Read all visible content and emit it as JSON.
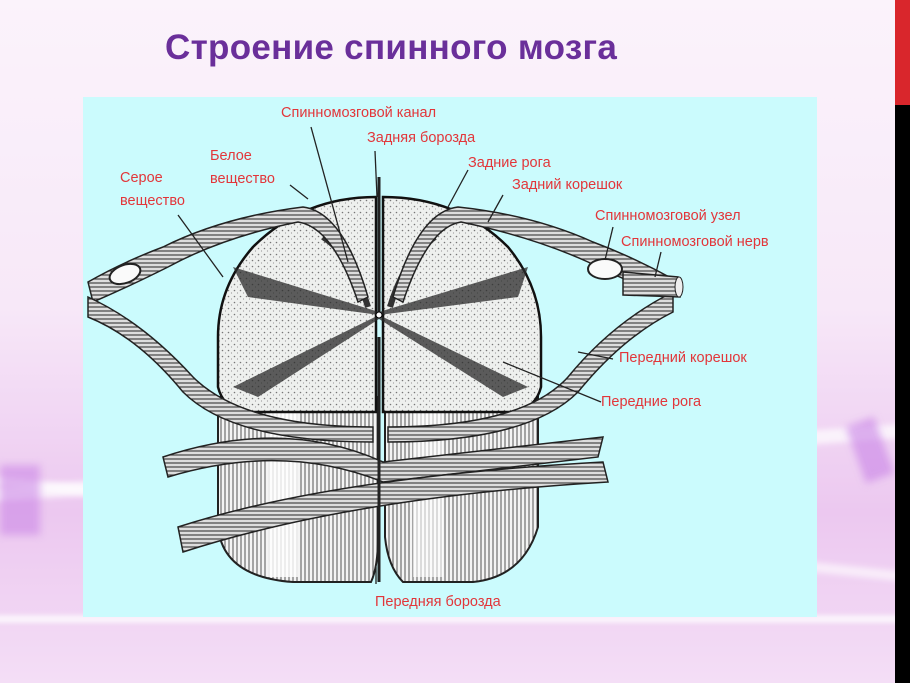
{
  "slide": {
    "title": "Строение спинного мозга",
    "colors": {
      "title": "#6a2f9a",
      "label": "#e2363a",
      "panel_background": "#cbfbfd",
      "edge_bar_top": "#d9262c",
      "edge_bar_bottom": "#000000"
    }
  },
  "diagram": {
    "subject": "spinal-cord-cross-section",
    "labels": {
      "spinal_canal": "Спинномозговой канал",
      "posterior_sulcus": "Задняя борозда",
      "posterior_horns": "Задние рога",
      "posterior_root": "Задний корешок",
      "spinal_ganglion": "Спинномозговой узел",
      "spinal_nerve": "Спинномозговой нерв",
      "white_matter_1": "Белое",
      "white_matter_2": "вещество",
      "gray_matter_1": "Серое",
      "gray_matter_2": "вещество",
      "anterior_root": "Передний корешок",
      "anterior_horns": "Передние рога",
      "anterior_fissure": "Передняя борозда"
    }
  }
}
